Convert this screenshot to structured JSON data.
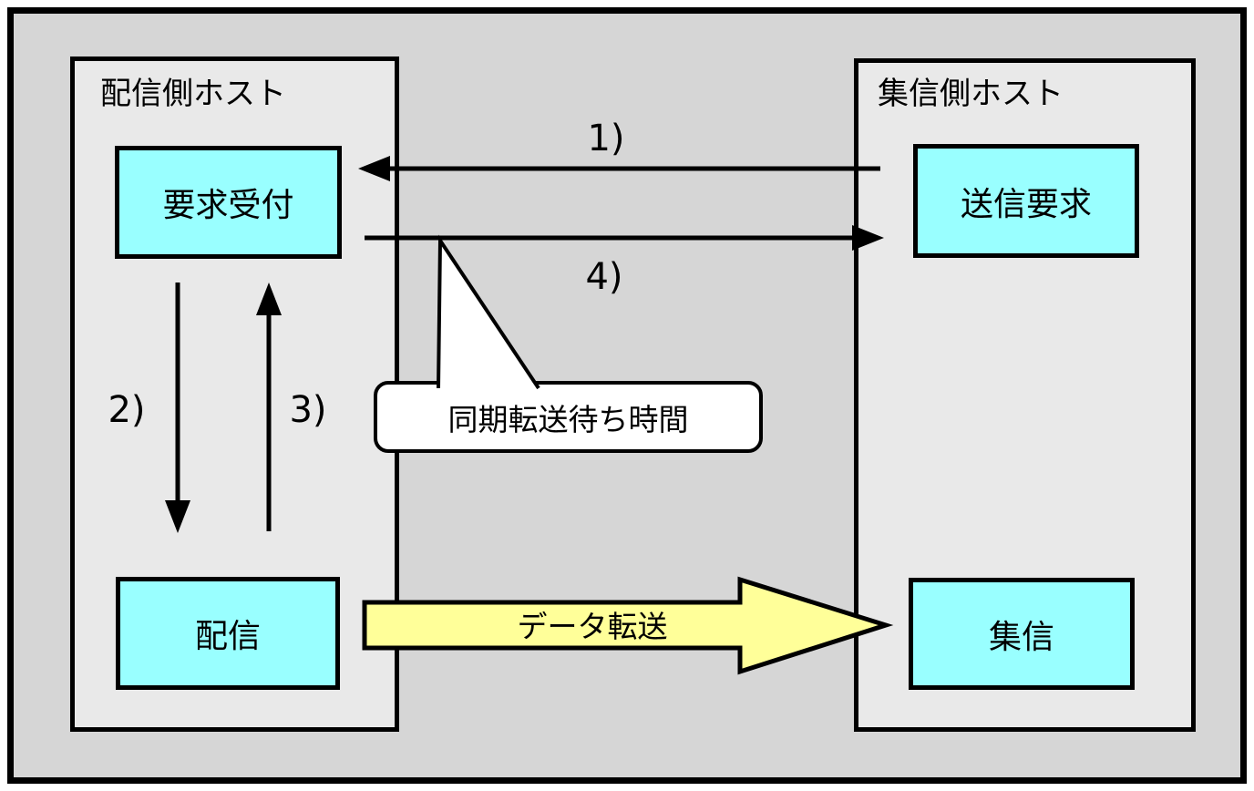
{
  "diagram": {
    "panels": {
      "left": {
        "title": "配信側ホスト"
      },
      "right": {
        "title": "集信側ホスト"
      }
    },
    "boxes": {
      "request_accept": "要求受付",
      "delivery": "配信",
      "send_request": "送信要求",
      "collect": "集信"
    },
    "steps": {
      "step1": "1)",
      "step2": "2)",
      "step3": "3)",
      "step4": "4)"
    },
    "callout": {
      "text": "同期転送待ち時間"
    },
    "data_transfer": {
      "label": "データ転送"
    },
    "colors": {
      "outer_background": "#d6d6d6",
      "panel_background": "#e9e9e9",
      "process_box_fill": "#99ffff",
      "data_transfer_fill": "#ffff99",
      "callout_fill": "#ffffff",
      "line": "#000000"
    }
  }
}
